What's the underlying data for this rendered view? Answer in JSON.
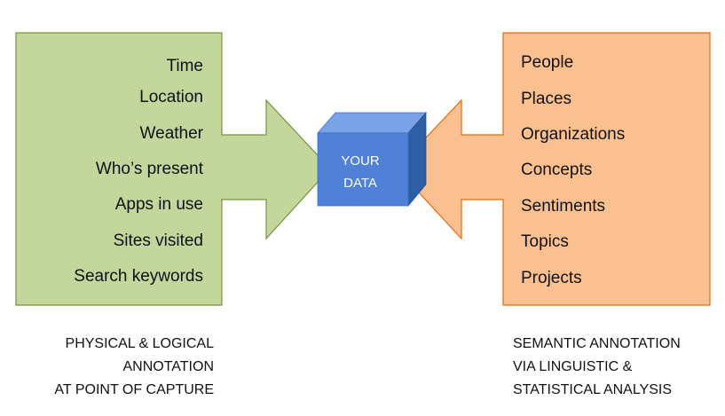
{
  "left_inputs": {
    "items": [
      "Time",
      "Location",
      "Weather",
      "Who’s present",
      "Apps in use",
      "Sites visited",
      "Search keywords"
    ],
    "caption": [
      "PHYSICAL & LOGICAL",
      "ANNOTATION",
      "AT POINT OF CAPTURE"
    ],
    "fill": "#c3d69b",
    "stroke": "#77933c"
  },
  "center": {
    "lines": [
      "YOUR",
      "DATA"
    ],
    "front": "#4f81bd",
    "top": "#6f9be0",
    "side": "#2f5fa6"
  },
  "right_inputs": {
    "items": [
      "People",
      "Places",
      "Organizations",
      "Concepts",
      "Sentiments",
      "Topics",
      "Projects"
    ],
    "caption": [
      "SEMANTIC ANNOTATION",
      "VIA LINGUISTIC &",
      "STATISTICAL ANALYSIS"
    ],
    "fill": "#fac090",
    "stroke": "#e46c0a"
  }
}
